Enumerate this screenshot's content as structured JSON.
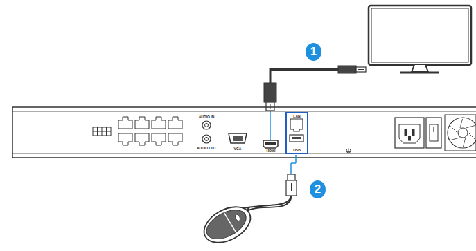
{
  "diagram": {
    "nodes": [
      {
        "text": [
          "1"
        ]
      },
      {
        "text": [
          "2"
        ]
      },
      {
        "text": [
          "LAN",
          "USB"
        ]
      }
    ],
    "labels": [
      "AUDIO IN",
      "AUDIO OUT",
      "VGA",
      "HDMI"
    ]
  }
}
